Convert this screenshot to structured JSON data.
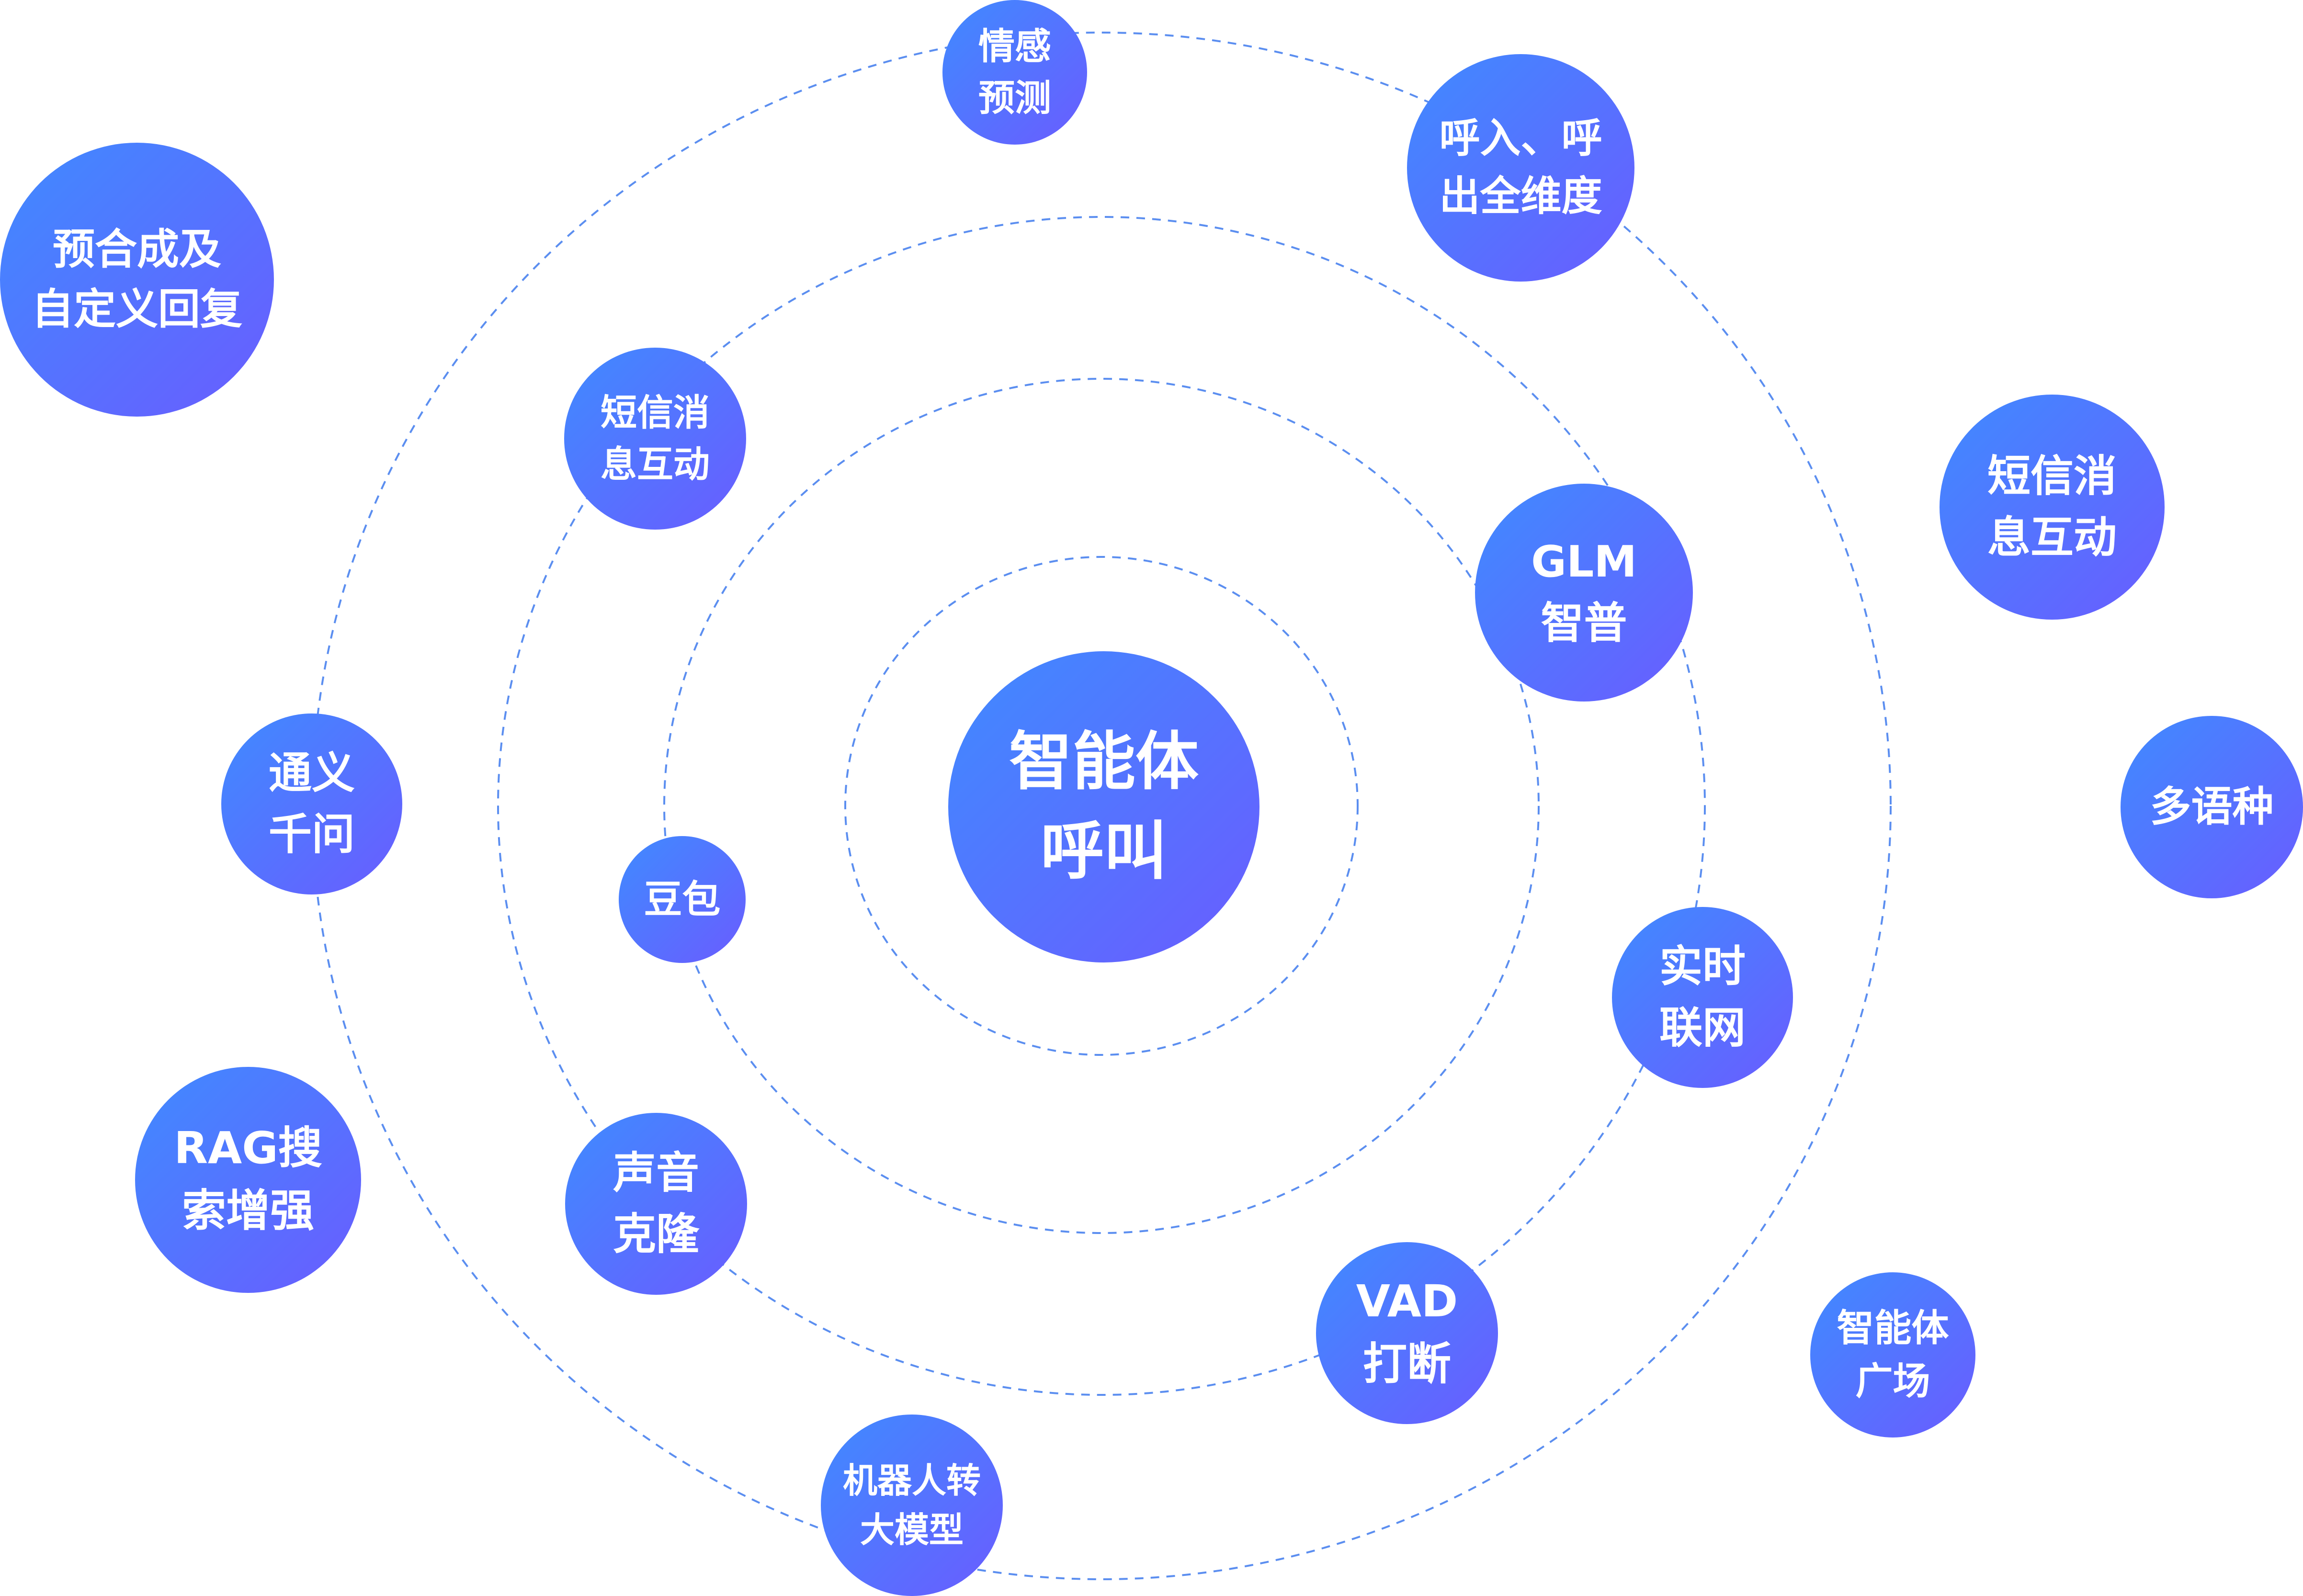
{
  "diagram": {
    "center": {
      "lines": [
        "智能体",
        "呼叫"
      ]
    },
    "nodes": [
      {
        "id": "emotion-prediction",
        "lines": [
          "情感",
          "预测"
        ]
      },
      {
        "id": "inbound-outbound",
        "lines": [
          "呼入、呼",
          "出全维度"
        ]
      },
      {
        "id": "presynth-custom-reply",
        "lines": [
          "预合成及",
          "自定义回复"
        ]
      },
      {
        "id": "sms-interaction-inner",
        "lines": [
          "短信消",
          "息互动"
        ]
      },
      {
        "id": "glm-zhipu",
        "lines": [
          "GLM",
          "智普"
        ]
      },
      {
        "id": "sms-interaction-outer",
        "lines": [
          "短信消",
          "息互动"
        ]
      },
      {
        "id": "tongyi-qianwen",
        "lines": [
          "通义",
          "千问"
        ]
      },
      {
        "id": "doubao",
        "lines": [
          "豆包"
        ]
      },
      {
        "id": "multilingual",
        "lines": [
          "多语种"
        ]
      },
      {
        "id": "realtime-web",
        "lines": [
          "实时",
          "联网"
        ]
      },
      {
        "id": "rag-search",
        "lines": [
          "RAG搜",
          "索增强"
        ]
      },
      {
        "id": "voice-clone",
        "lines": [
          "声音",
          "克隆"
        ]
      },
      {
        "id": "vad-interrupt",
        "lines": [
          "VAD",
          "打断"
        ]
      },
      {
        "id": "agent-square",
        "lines": [
          "智能体",
          "广场"
        ]
      },
      {
        "id": "robot-to-llm",
        "lines": [
          "机器人转",
          "大模型"
        ]
      }
    ]
  },
  "colors": {
    "bubble_start": "#3f8bff",
    "bubble_end": "#6a5cff",
    "orbit": "#5b8ef0",
    "text": "#ffffff"
  }
}
